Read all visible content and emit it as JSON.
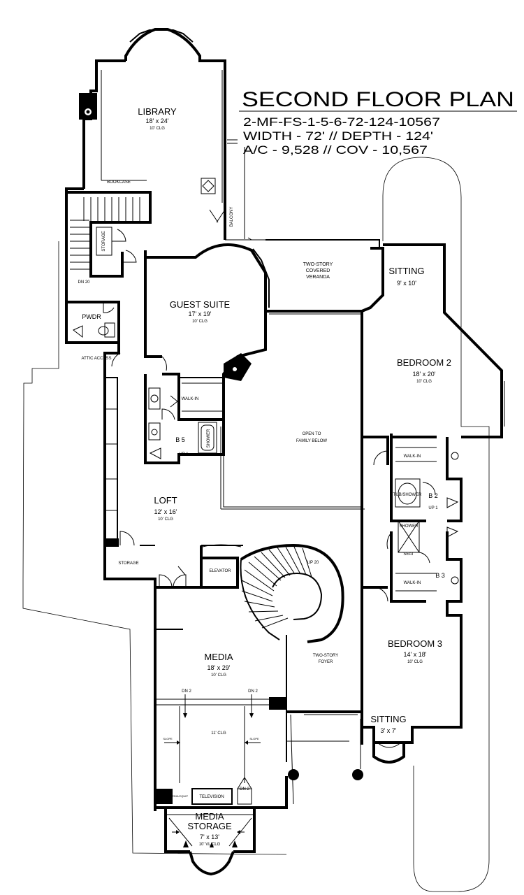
{
  "title": {
    "heading": "SECOND FLOOR PLAN",
    "plan_code": "2-MF-FS-1-5-6-72-124-10567",
    "dimensions": "WIDTH - 72' // DEPTH - 124'",
    "area": "A/C - 9,528 // COV - 10,567"
  },
  "rooms": {
    "library": {
      "name": "LIBRARY",
      "size": "18' x 24'",
      "ceiling": "10' CLG"
    },
    "guest_suite": {
      "name": "GUEST SUITE",
      "size": "17' x 19'",
      "ceiling": "10' CLG"
    },
    "veranda": {
      "line1": "TWO-STORY",
      "line2": "COVERED",
      "line3": "VERANDA"
    },
    "sitting_upper": {
      "name": "SITTING",
      "size": "9' x 10'"
    },
    "bedroom2": {
      "name": "BEDROOM 2",
      "size": "18' x 20'",
      "ceiling": "10' CLG"
    },
    "open_to": {
      "line1": "OPEN TO",
      "line2": "FAMILY BELOW"
    },
    "loft": {
      "name": "LOFT",
      "size": "12' x 16'",
      "ceiling": "10' CLG"
    },
    "media": {
      "name": "MEDIA",
      "size": "18' x 29'",
      "ceiling": "10' CLG",
      "inner_ceiling": "11' CLG"
    },
    "bedroom3": {
      "name": "BEDROOM 3",
      "size": "14' x 18'",
      "ceiling": "10' CLG"
    },
    "sitting_lower": {
      "name": "SITTING",
      "size": "3' x 7'"
    },
    "foyer": {
      "line1": "TWO-STORY",
      "line2": "FOYER"
    },
    "media_storage": {
      "line1": "MEDIA",
      "line2": "STORAGE",
      "size": "7' x 13'",
      "ceiling": "10' VL CLG"
    }
  },
  "labels": {
    "pwdr": "PWDR",
    "storage_upper": "STORAGE",
    "storage_loft": "STORAGE",
    "attic_access": "ATTIC ACCESS",
    "walk_in_guest": "WALK-IN",
    "walk_in_b2": "WALK-IN",
    "walk_in_b3": "WALK-IN",
    "b5": "B 5",
    "b2": "B 2",
    "b3": "B 3",
    "shower_guest": "SHOWER",
    "tub_shower": "TUB/SHOWER",
    "shower_b3": "SHOWER",
    "seat": "SEAT",
    "up_guest": "UP 1",
    "up_b2": "UP 1",
    "elevator": "ELEVATOR",
    "balcony": "BALCONY",
    "bookcase": "BOOKCASE",
    "dn_stair": "DN 20",
    "up_stair": "UP 20",
    "dn_media_left": "DN 2",
    "dn_media_right": "DN 2",
    "television": "TELEVISION",
    "media_eq": "MEDIA EQUIP",
    "dn_tv": "DN 2",
    "slope_left": "SLOPE",
    "slope_right": "SLOPE"
  }
}
